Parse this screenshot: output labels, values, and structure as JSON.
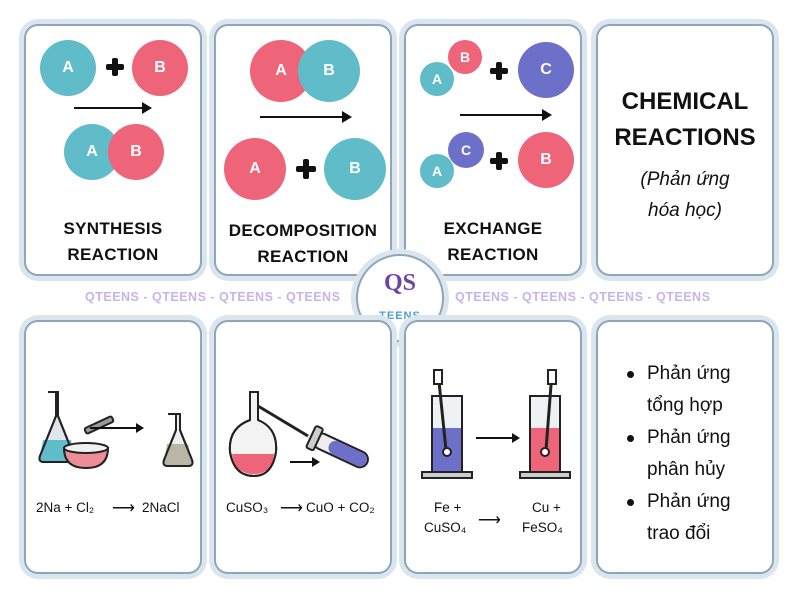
{
  "colors": {
    "pink": "#ee6478",
    "teal": "#5fbcc8",
    "purple": "#6d70c8",
    "border": "#8ea6bb",
    "banner": "#c9b4ea"
  },
  "synthesis": {
    "a": "A",
    "b": "B",
    "title1": "SYNTHESIS",
    "title2": "REACTION"
  },
  "decomposition": {
    "a": "A",
    "b": "B",
    "title1": "DECOMPOSITION",
    "title2": "REACTION"
  },
  "exchange": {
    "a": "A",
    "b": "B",
    "c": "C",
    "title1": "EXCHANGE",
    "title2": "REACTION"
  },
  "header": {
    "title1": "CHEMICAL",
    "title2": "REACTIONS",
    "subtitle1": "(Phản ứng",
    "subtitle2": "hóa học)"
  },
  "banner": {
    "left": "QTEENS - QTEENS - QTEENS - QTEENS",
    "right": "QTEENS - QTEENS - QTEENS - QTEENS"
  },
  "logo": {
    "letters": "QS",
    "text": "TEENS"
  },
  "equations": {
    "sodium_left": "2Na + Cl₂",
    "sodium_right": "2NaCl",
    "copper_left": "CuSO₃",
    "copper_right": "CuO + CO₂",
    "exchange_l1": "Fe +",
    "exchange_l2": "CuSO₄",
    "exchange_r1": "Cu +",
    "exchange_r2": "FeSO₄"
  },
  "list": {
    "items": [
      {
        "line1": "Phản ứng",
        "line2": "tổng hợp"
      },
      {
        "line1": "Phản ứng",
        "line2": "phân hủy"
      },
      {
        "line1": "Phản ứng",
        "line2": "trao đổi"
      }
    ]
  }
}
